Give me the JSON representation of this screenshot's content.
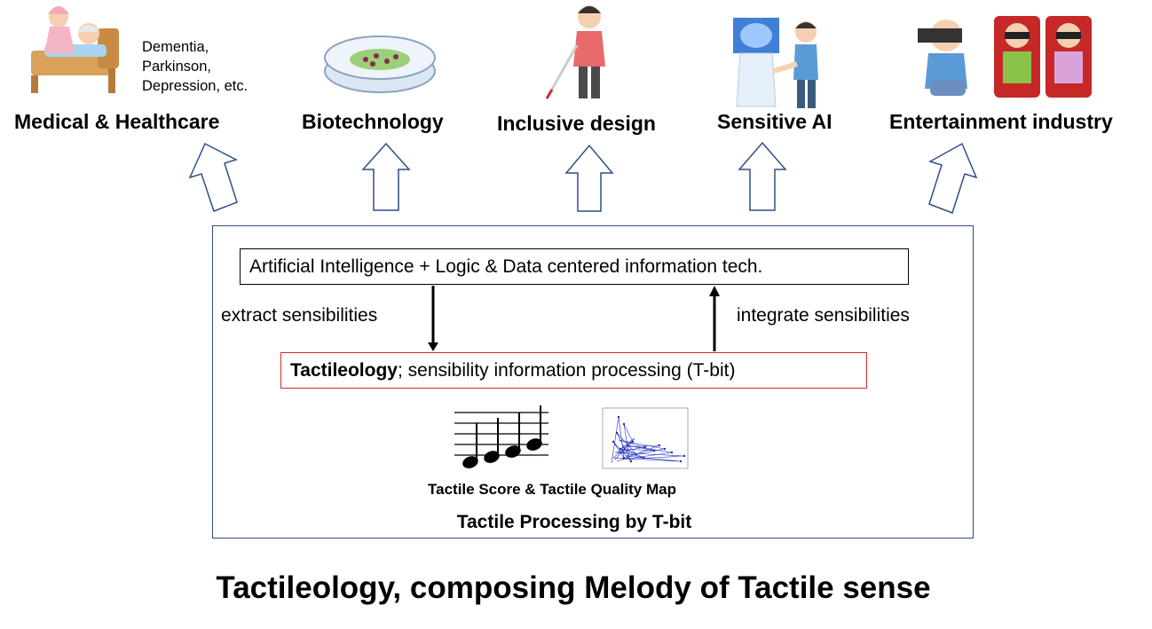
{
  "applications": [
    {
      "title": "Medical & Healthcare",
      "note": [
        "Dementia,",
        "Parkinson,",
        "Depression, etc."
      ]
    },
    {
      "title": "Biotechnology"
    },
    {
      "title": "Inclusive design"
    },
    {
      "title": "Sensitive AI"
    },
    {
      "title": "Entertainment industry"
    }
  ],
  "icons": [
    "caregiver-patient-icon",
    "petri-dish-icon",
    "person-with-cane-icon",
    "robot-handshake-icon",
    "vr-cinema-icon"
  ],
  "process": {
    "ai_box_text": "Artificial Intelligence + Logic & Data centered information tech.",
    "extract_label": "extract sensibilities",
    "integrate_label": "integrate sensibilities",
    "tactileology_bold": "Tactileology",
    "tactileology_rest": "; sensibility information processing (T-bit)",
    "figure_caption": "Tactile Score & Tactile Quality Map",
    "processing_caption": "Tactile Processing by T-bit"
  },
  "footer_title": "Tactileology, composing Melody of Tactile sense",
  "colors": {
    "frame": "#2f4f86",
    "tactile_box": "#d42a2a",
    "arrow_outline": "#2f4f86",
    "scatter": "#1f2fb8"
  }
}
